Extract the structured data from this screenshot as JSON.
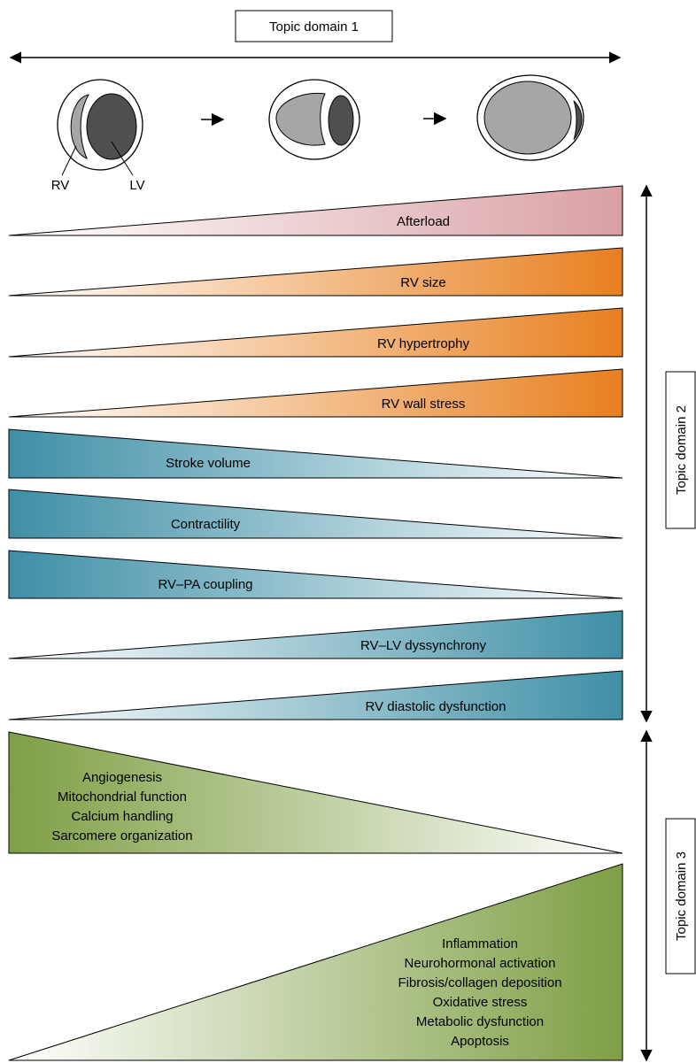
{
  "domains": {
    "d1": "Topic domain 1",
    "d2": "Topic domain 2",
    "d3": "Topic domain 3"
  },
  "ventricles": {
    "rv": "RV",
    "lv": "LV"
  },
  "wedges": [
    {
      "label": "Afterload",
      "direction": "increasing",
      "color": "#d9a0a5"
    },
    {
      "label": "RV size",
      "direction": "increasing",
      "color": "#e8801f"
    },
    {
      "label": "RV hypertrophy",
      "direction": "increasing",
      "color": "#e8801f"
    },
    {
      "label": "RV wall stress",
      "direction": "increasing",
      "color": "#e8801f"
    },
    {
      "label": "Stroke volume",
      "direction": "decreasing",
      "color": "#3e8fa6"
    },
    {
      "label": "Contractility",
      "direction": "decreasing",
      "color": "#3e8fa6"
    },
    {
      "label": "RV–PA coupling",
      "direction": "decreasing",
      "color": "#3e8fa6"
    },
    {
      "label": "RV–LV dyssynchrony",
      "direction": "increasing",
      "color": "#3e8fa6"
    },
    {
      "label": "RV diastolic dysfunction",
      "direction": "increasing",
      "color": "#3e8fa6"
    }
  ],
  "big_wedges": [
    {
      "direction": "decreasing",
      "color": "#7f9f45",
      "lines": [
        "Angiogenesis",
        "Mitochondrial function",
        "Calcium handling",
        "Sarcomere organization"
      ]
    },
    {
      "direction": "increasing",
      "color": "#7f9f45",
      "lines": [
        "Inflammation",
        "Neurohormonal activation",
        "Fibrosis/collagen deposition",
        "Oxidative stress",
        "Metabolic dysfunction",
        "Apoptosis"
      ]
    }
  ]
}
